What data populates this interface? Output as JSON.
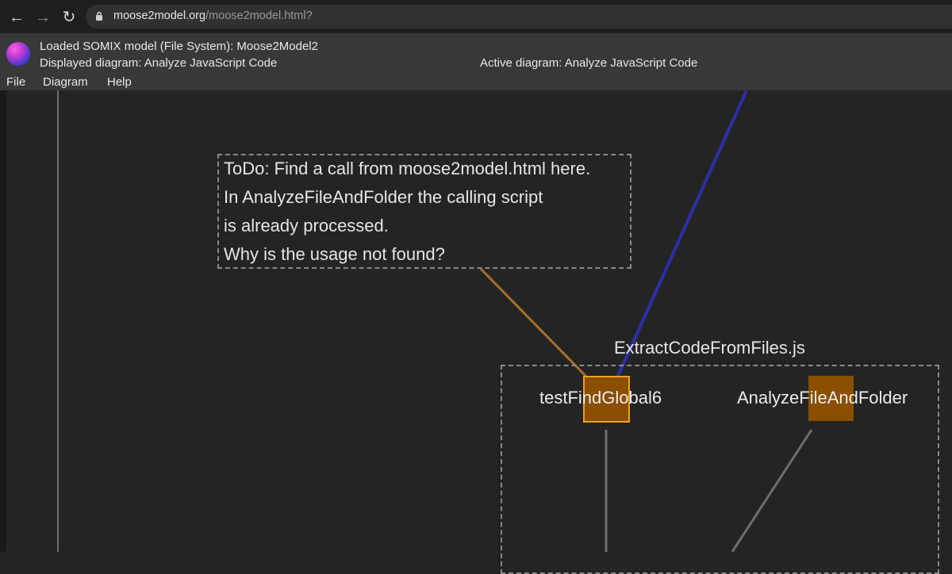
{
  "browser": {
    "url_host": "moose2model.org",
    "url_path": "/moose2model.html?"
  },
  "header": {
    "loaded_model": "Loaded SOMIX model (File System): Moose2Model2",
    "displayed_diagram": "Displayed diagram: Analyze JavaScript Code",
    "active_diagram": "Active diagram: Analyze JavaScript Code"
  },
  "menu": {
    "items": [
      "File",
      "Diagram",
      "Help"
    ]
  },
  "diagram": {
    "note": {
      "lines": [
        "ToDo: Find a call from moose2model.html here.",
        "In AnalyzeFileAndFolder the calling script",
        "is already processed.",
        "Why is the usage not found?"
      ]
    },
    "container_title": "ExtractCodeFromFiles.js",
    "nodes": [
      {
        "label": "testFindGlobal6",
        "active": true
      },
      {
        "label": "AnalyzeFileAndFolder",
        "active": false
      }
    ],
    "colors": {
      "node_fill": "#8a4f00",
      "node_active_border": "#f0a020",
      "note_link": "#a8712b",
      "call_link_blue": "#2d2fa8",
      "link_gray": "#6e6e6e"
    }
  },
  "icons": [
    "back-arrow-icon",
    "forward-arrow-icon",
    "reload-icon",
    "lock-icon",
    "somix-logo"
  ]
}
